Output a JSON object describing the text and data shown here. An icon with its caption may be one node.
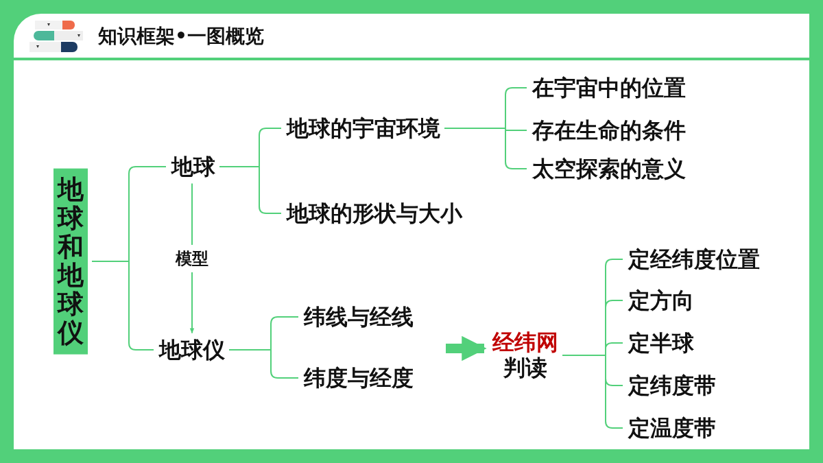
{
  "diagram": {
    "title": "知识框架•一图概览",
    "nodes": [
      {
        "text": [
          "地球和地球仪"
        ]
      },
      {
        "text": [
          "地球"
        ]
      },
      {
        "text": [
          "地球的宇宙环境"
        ]
      },
      {
        "text": [
          "在宇宙中的位置"
        ]
      },
      {
        "text": [
          "存在生命的条件"
        ]
      },
      {
        "text": [
          "太空探索的意义"
        ]
      },
      {
        "text": [
          "地球的形状与大小"
        ]
      },
      {
        "text": [
          "地球仪"
        ]
      },
      {
        "text": [
          "纬线与经线"
        ]
      },
      {
        "text": [
          "纬度与经度"
        ]
      },
      {
        "text": [
          "经纬网",
          "判读"
        ]
      },
      {
        "text": [
          "定经纬度位置"
        ]
      },
      {
        "text": [
          "定方向"
        ]
      },
      {
        "text": [
          "定半球"
        ]
      },
      {
        "text": [
          "定纬度带"
        ]
      },
      {
        "text": [
          "定温度带"
        ]
      }
    ],
    "edges": [
      {
        "from": 0,
        "to": 1,
        "arrow": "none"
      },
      {
        "from": 0,
        "to": 7,
        "arrow": "none"
      },
      {
        "from": 1,
        "to": 2,
        "arrow": "none"
      },
      {
        "from": 1,
        "to": 6,
        "arrow": "none"
      },
      {
        "from": 2,
        "to": 3,
        "arrow": "none"
      },
      {
        "from": 2,
        "to": 4,
        "arrow": "none"
      },
      {
        "from": 2,
        "to": 5,
        "arrow": "none"
      },
      {
        "from": 1,
        "to": 7,
        "arrow": "to",
        "label": "模型"
      },
      {
        "from": 7,
        "to": 8,
        "arrow": "none"
      },
      {
        "from": 7,
        "to": 9,
        "arrow": "none"
      },
      {
        "from": null,
        "to": 10,
        "arrow": "to",
        "style": "thick"
      },
      {
        "from": 10,
        "to": 11,
        "arrow": "none"
      },
      {
        "from": 10,
        "to": 12,
        "arrow": "none"
      },
      {
        "from": 10,
        "to": 13,
        "arrow": "none"
      },
      {
        "from": 10,
        "to": 14,
        "arrow": "none"
      },
      {
        "from": 10,
        "to": 15,
        "arrow": "none"
      }
    ]
  }
}
